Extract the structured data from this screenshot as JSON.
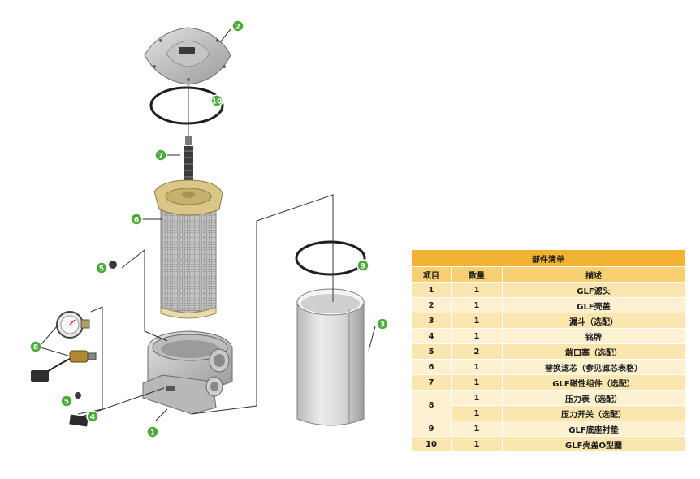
{
  "callouts": [
    "2",
    "10",
    "7",
    "6",
    "5",
    "8",
    "5",
    "4",
    "1",
    "9",
    "3"
  ],
  "table": {
    "title": "部件清单",
    "headers": [
      "项目",
      "数量",
      "描述"
    ],
    "rows": [
      {
        "item": "1",
        "qty": "1",
        "desc": "GLF滤头"
      },
      {
        "item": "2",
        "qty": "1",
        "desc": "GLF壳盖"
      },
      {
        "item": "3",
        "qty": "1",
        "desc": "漏斗（选配）"
      },
      {
        "item": "4",
        "qty": "1",
        "desc": "铭牌"
      },
      {
        "item": "5",
        "qty": "2",
        "desc": "端口塞（选配）"
      },
      {
        "item": "6",
        "qty": "1",
        "desc": "替换滤芯（参见滤芯表格）"
      },
      {
        "item": "7",
        "qty": "1",
        "desc": "GLF磁性组件（选配）"
      },
      {
        "item": "8",
        "qty": "1",
        "desc": "压力表（选配）"
      },
      {
        "item": "",
        "qty": "1",
        "desc": "压力开关（选配）"
      },
      {
        "item": "9",
        "qty": "1",
        "desc": "GLF底座衬垫"
      },
      {
        "item": "10",
        "qty": "1",
        "desc": "GLF壳盖O型圈"
      }
    ]
  },
  "colors": {
    "callout": "#4caa3a",
    "table_title": "#f2b233",
    "table_header": "#f7cf72",
    "table_row": "#fbe6b0"
  }
}
